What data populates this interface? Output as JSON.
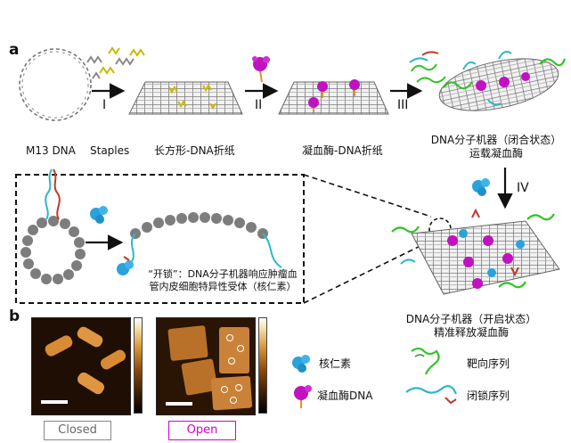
{
  "panels": {
    "a": "a",
    "b": "b"
  },
  "steps": {
    "i": "I",
    "ii": "II",
    "iii": "III",
    "iv": "IV"
  },
  "labels": {
    "m13": "M13 DNA",
    "staples": "Staples",
    "rect_origami": "长方形-DNA折纸",
    "thrombin_origami": "凝血酶-DNA折纸",
    "closed_line1": "DNA分子机器（闭合状态）",
    "closed_line2": "运载凝血酶",
    "open_line1": "DNA分子机器（开启状态）",
    "open_line2": "精准释放凝血酶",
    "unlock_line1": "“开锁”：DNA分子机器响应肿瘤血",
    "unlock_line2": "管内皮细胞特异性受体（核仁素）"
  },
  "legend": {
    "nucleolin": "核仁素",
    "thrombin_dna": "凝血酶DNA",
    "targeting_seq": "靶向序列",
    "locking_seq": "闭锁序列"
  },
  "afm": {
    "closed_button": "Closed",
    "open_button": "Open"
  },
  "colors": {
    "closed_border": "#888888",
    "open_border": "#d400d4",
    "thrombin": "#c012c0",
    "nucleolin": "#2aa3dc",
    "targeting": "#35c22b",
    "locking": "#2fb7c9",
    "staple": "#d8c400",
    "afm_bg": "#2a1404",
    "afm_feature": "#d88a35"
  }
}
